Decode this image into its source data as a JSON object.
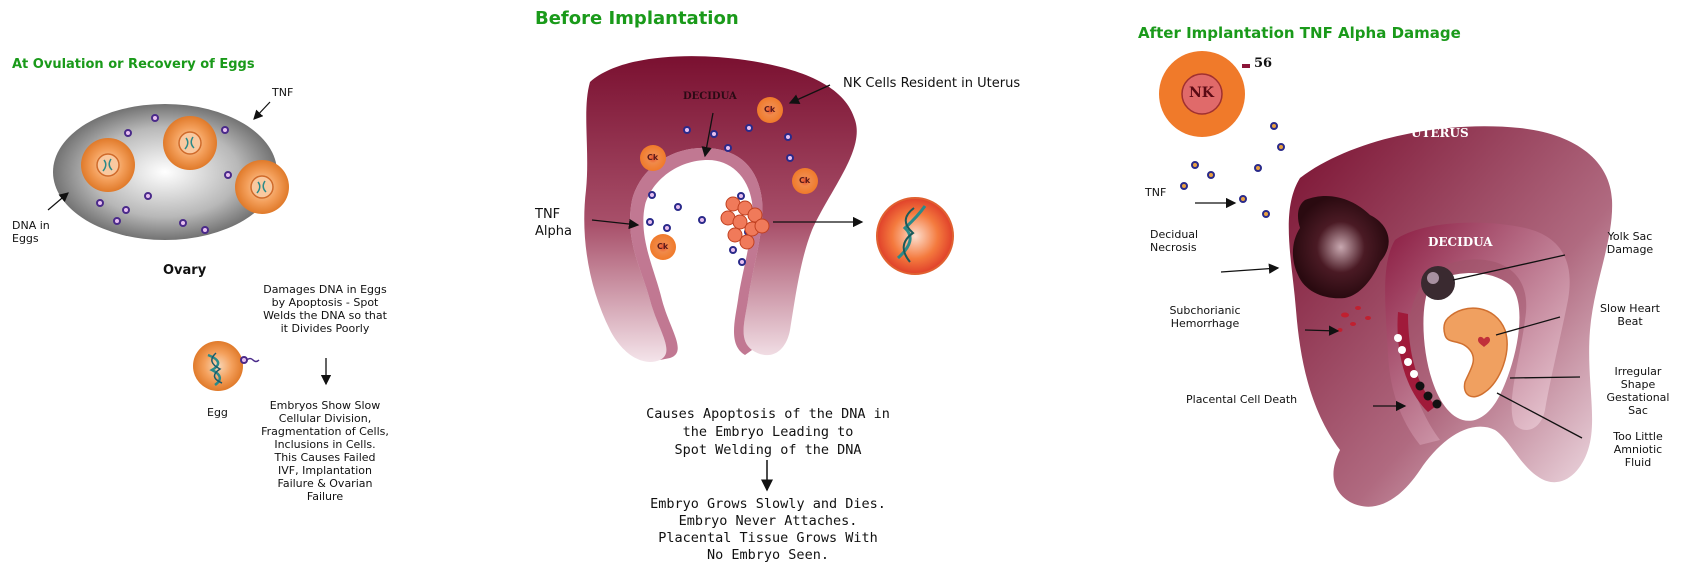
{
  "panel1": {
    "title": "At Ovulation or Recovery of Eggs",
    "tnf_label": "TNF",
    "dna_label_1": "DNA in",
    "dna_label_2": "Eggs",
    "ovary_label": "Ovary",
    "damage_text": [
      "Damages DNA in Eggs",
      "by Apoptosis - Spot",
      "Welds the DNA so that",
      "it Divides Poorly"
    ],
    "egg_label": "Egg",
    "embryo_text": [
      "Embryos Show Slow",
      "Cellular Division,",
      "Fragmentation of Cells,",
      "Inclusions in Cells.",
      "This Causes Failed",
      "IVF, Implantation",
      "Failure & Ovarian",
      "Failure"
    ]
  },
  "panel2": {
    "title": "Before Implantation",
    "decidua_label": "DECIDUA",
    "nk_label": "NK Cells Resident in Uterus",
    "nk_cell_mark": "Ck",
    "tnf_alpha_1": "TNF",
    "tnf_alpha_2": "Alpha",
    "causes_text": [
      "Causes Apoptosis of the DNA in",
      "the Embryo Leading to",
      "Spot Welding of the DNA"
    ],
    "outcome_text": [
      "Embryo Grows Slowly and Dies.",
      "Embryo Never Attaches.",
      "Placental Tissue Grows With",
      "No Embryo Seen."
    ]
  },
  "panel3": {
    "title": "After Implantation TNF Alpha Damage",
    "nk_label": "NK",
    "nk_number": "56",
    "uterus_label": "UTERUS",
    "decidua_label": "DECIDUA",
    "tnf_label": "TNF",
    "decidual_necrosis": [
      "Decidual",
      "Necrosis"
    ],
    "subchorionic": [
      "Subchorianic",
      "Hemorrhage"
    ],
    "placental_death": "Placental Cell Death",
    "yolk_sac": [
      "Yolk Sac",
      "Damage"
    ],
    "slow_heart": [
      "Slow Heart",
      "Beat"
    ],
    "irregular": [
      "Irregular",
      "Shape",
      "Gestational",
      "Sac"
    ],
    "amniotic": [
      "Too Little",
      "Amniotic",
      "Fluid"
    ]
  },
  "colors": {
    "title_green": "#1a9a1a",
    "uterus_maroon": "#8b1538",
    "egg_orange": "#f08a3c",
    "tnf_purple": "#4a2a8a"
  }
}
